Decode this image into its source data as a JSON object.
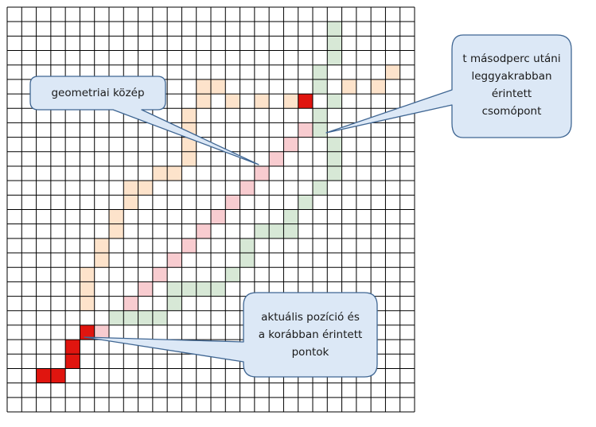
{
  "colors": {
    "grid_line": "#000000",
    "orange_path": "#fde3cb",
    "pink_path": "#f8ccd0",
    "green_path": "#d7e8d6",
    "red_points": "#e0150f",
    "callout_fill": "#dce8f6",
    "callout_stroke": "#3f6693"
  },
  "grid": {
    "cols": 28,
    "rows": 28
  },
  "paths": {
    "orange": [
      [
        5,
        20
      ],
      [
        5,
        19
      ],
      [
        5,
        18
      ],
      [
        6,
        17
      ],
      [
        6,
        16
      ],
      [
        7,
        15
      ],
      [
        7,
        14
      ],
      [
        8,
        13
      ],
      [
        8,
        12
      ],
      [
        9,
        12
      ],
      [
        10,
        11
      ],
      [
        11,
        11
      ],
      [
        12,
        10
      ],
      [
        12,
        9
      ],
      [
        12,
        8
      ],
      [
        12,
        7
      ],
      [
        13,
        6
      ],
      [
        13,
        5
      ],
      [
        14,
        5
      ],
      [
        15,
        6
      ],
      [
        17,
        6
      ],
      [
        19,
        6
      ],
      [
        22,
        6
      ],
      [
        23,
        5
      ],
      [
        25,
        5
      ],
      [
        26,
        4
      ]
    ],
    "pink": [
      [
        6,
        22
      ],
      [
        7,
        21
      ],
      [
        8,
        20
      ],
      [
        9,
        19
      ],
      [
        10,
        18
      ],
      [
        11,
        17
      ],
      [
        12,
        16
      ],
      [
        13,
        15
      ],
      [
        14,
        14
      ],
      [
        15,
        13
      ],
      [
        16,
        12
      ],
      [
        17,
        11
      ],
      [
        18,
        10
      ],
      [
        19,
        9
      ],
      [
        20,
        8
      ]
    ],
    "green": [
      [
        22,
        1
      ],
      [
        22,
        2
      ],
      [
        22,
        3
      ],
      [
        21,
        4
      ],
      [
        21,
        5
      ],
      [
        22,
        6
      ],
      [
        21,
        7
      ],
      [
        21,
        8
      ],
      [
        22,
        9
      ],
      [
        22,
        10
      ],
      [
        22,
        11
      ],
      [
        21,
        12
      ],
      [
        20,
        13
      ],
      [
        19,
        14
      ],
      [
        19,
        15
      ],
      [
        18,
        15
      ],
      [
        17,
        15
      ],
      [
        16,
        16
      ],
      [
        16,
        17
      ],
      [
        15,
        18
      ],
      [
        14,
        19
      ],
      [
        13,
        19
      ],
      [
        12,
        19
      ],
      [
        11,
        19
      ],
      [
        11,
        20
      ],
      [
        10,
        21
      ],
      [
        9,
        21
      ],
      [
        8,
        21
      ],
      [
        7,
        21
      ]
    ],
    "red": [
      [
        20,
        6
      ],
      [
        5,
        22
      ],
      [
        4,
        23
      ],
      [
        4,
        24
      ],
      [
        3,
        25
      ],
      [
        2,
        25
      ]
    ]
  },
  "callouts": {
    "geometric_center": {
      "lines": [
        "geometriai közép"
      ]
    },
    "most_visited": {
      "lines": [
        "t másodperc utáni",
        "leggyakrabban",
        "érintett",
        "csomópont"
      ]
    },
    "current_position": {
      "lines": [
        "aktuális pozíció és",
        "a korábban érintett",
        "pontok"
      ]
    }
  }
}
